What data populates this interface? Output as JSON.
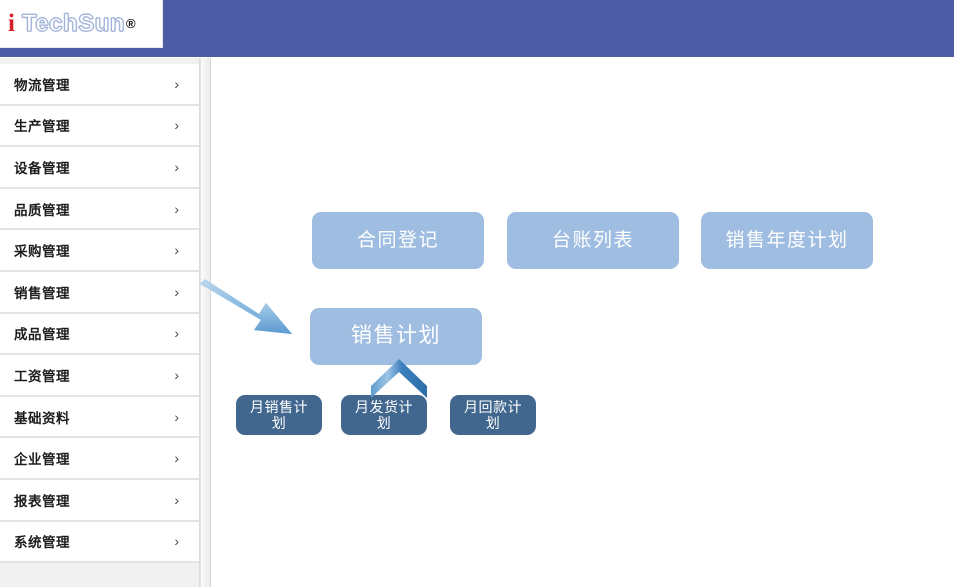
{
  "header": {
    "logo": {
      "mark": "i",
      "word": "TechSun",
      "registered": "®"
    }
  },
  "sidebar": {
    "items": [
      {
        "label": "物流管理",
        "chevron": "›"
      },
      {
        "label": "生产管理",
        "chevron": "›"
      },
      {
        "label": "设备管理",
        "chevron": "›"
      },
      {
        "label": "品质管理",
        "chevron": "›"
      },
      {
        "label": "采购管理",
        "chevron": "›"
      },
      {
        "label": "销售管理",
        "chevron": "›"
      },
      {
        "label": "成品管理",
        "chevron": "›"
      },
      {
        "label": "工资管理",
        "chevron": "›"
      },
      {
        "label": "基础资料",
        "chevron": "›"
      },
      {
        "label": "企业管理",
        "chevron": "›"
      },
      {
        "label": "报表管理",
        "chevron": "›"
      },
      {
        "label": "系统管理",
        "chevron": "›"
      }
    ]
  },
  "main": {
    "top_cards": [
      {
        "label": "合同登记"
      },
      {
        "label": "台账列表"
      },
      {
        "label": "销售年度计划"
      }
    ],
    "parent_card": {
      "label": "销售计划"
    },
    "child_cards": [
      {
        "label": "月销售计划"
      },
      {
        "label": "月发货计划"
      },
      {
        "label": "月回款计划"
      }
    ],
    "annotations": {
      "pointer_arrow": "diagonal-arrow-pointing-to-sales-plan",
      "up_chevron": "up-chevron-connector"
    }
  },
  "colors": {
    "header_blue": "#4c5da6",
    "card_light_blue": "#9fbde0",
    "card_dark_blue": "#42678e",
    "arrow_blue": "#79add8",
    "logo_red": "#d8202a",
    "sidebar_white": "#ffffff"
  }
}
